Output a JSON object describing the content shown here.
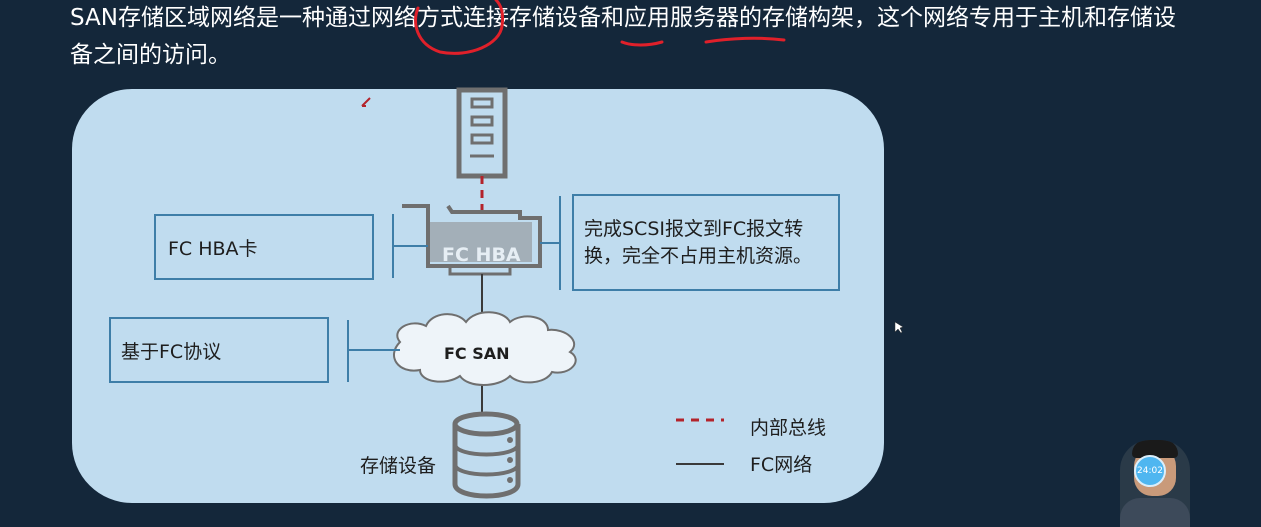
{
  "heading": {
    "text": "SAN存储区域网络是一种通过网络方式连接存储设备和应用服务器的存储构架，这个网络专用于主机和存储设备之间的访问。"
  },
  "diagram": {
    "hba_label": "FC HBA",
    "san_label": "FC SAN",
    "storage_label": "存储设备",
    "callouts": {
      "hba_card": "FC  HBA卡",
      "scsi_conversion": "完成SCSI报文到FC报文转换，完全不占用主机资源。",
      "fc_protocol": "基于FC协议"
    },
    "legend": {
      "internal_bus": "内部总线",
      "fc_network": "FC网络"
    }
  },
  "overlay": {
    "timer": "24:02"
  },
  "colors": {
    "background": "#14273a",
    "panel": "#c0dcef",
    "box_border": "#3e7ea8",
    "internal_bus": "#b3232b",
    "annotation": "#e0202a",
    "device": "#6f6f6f"
  }
}
